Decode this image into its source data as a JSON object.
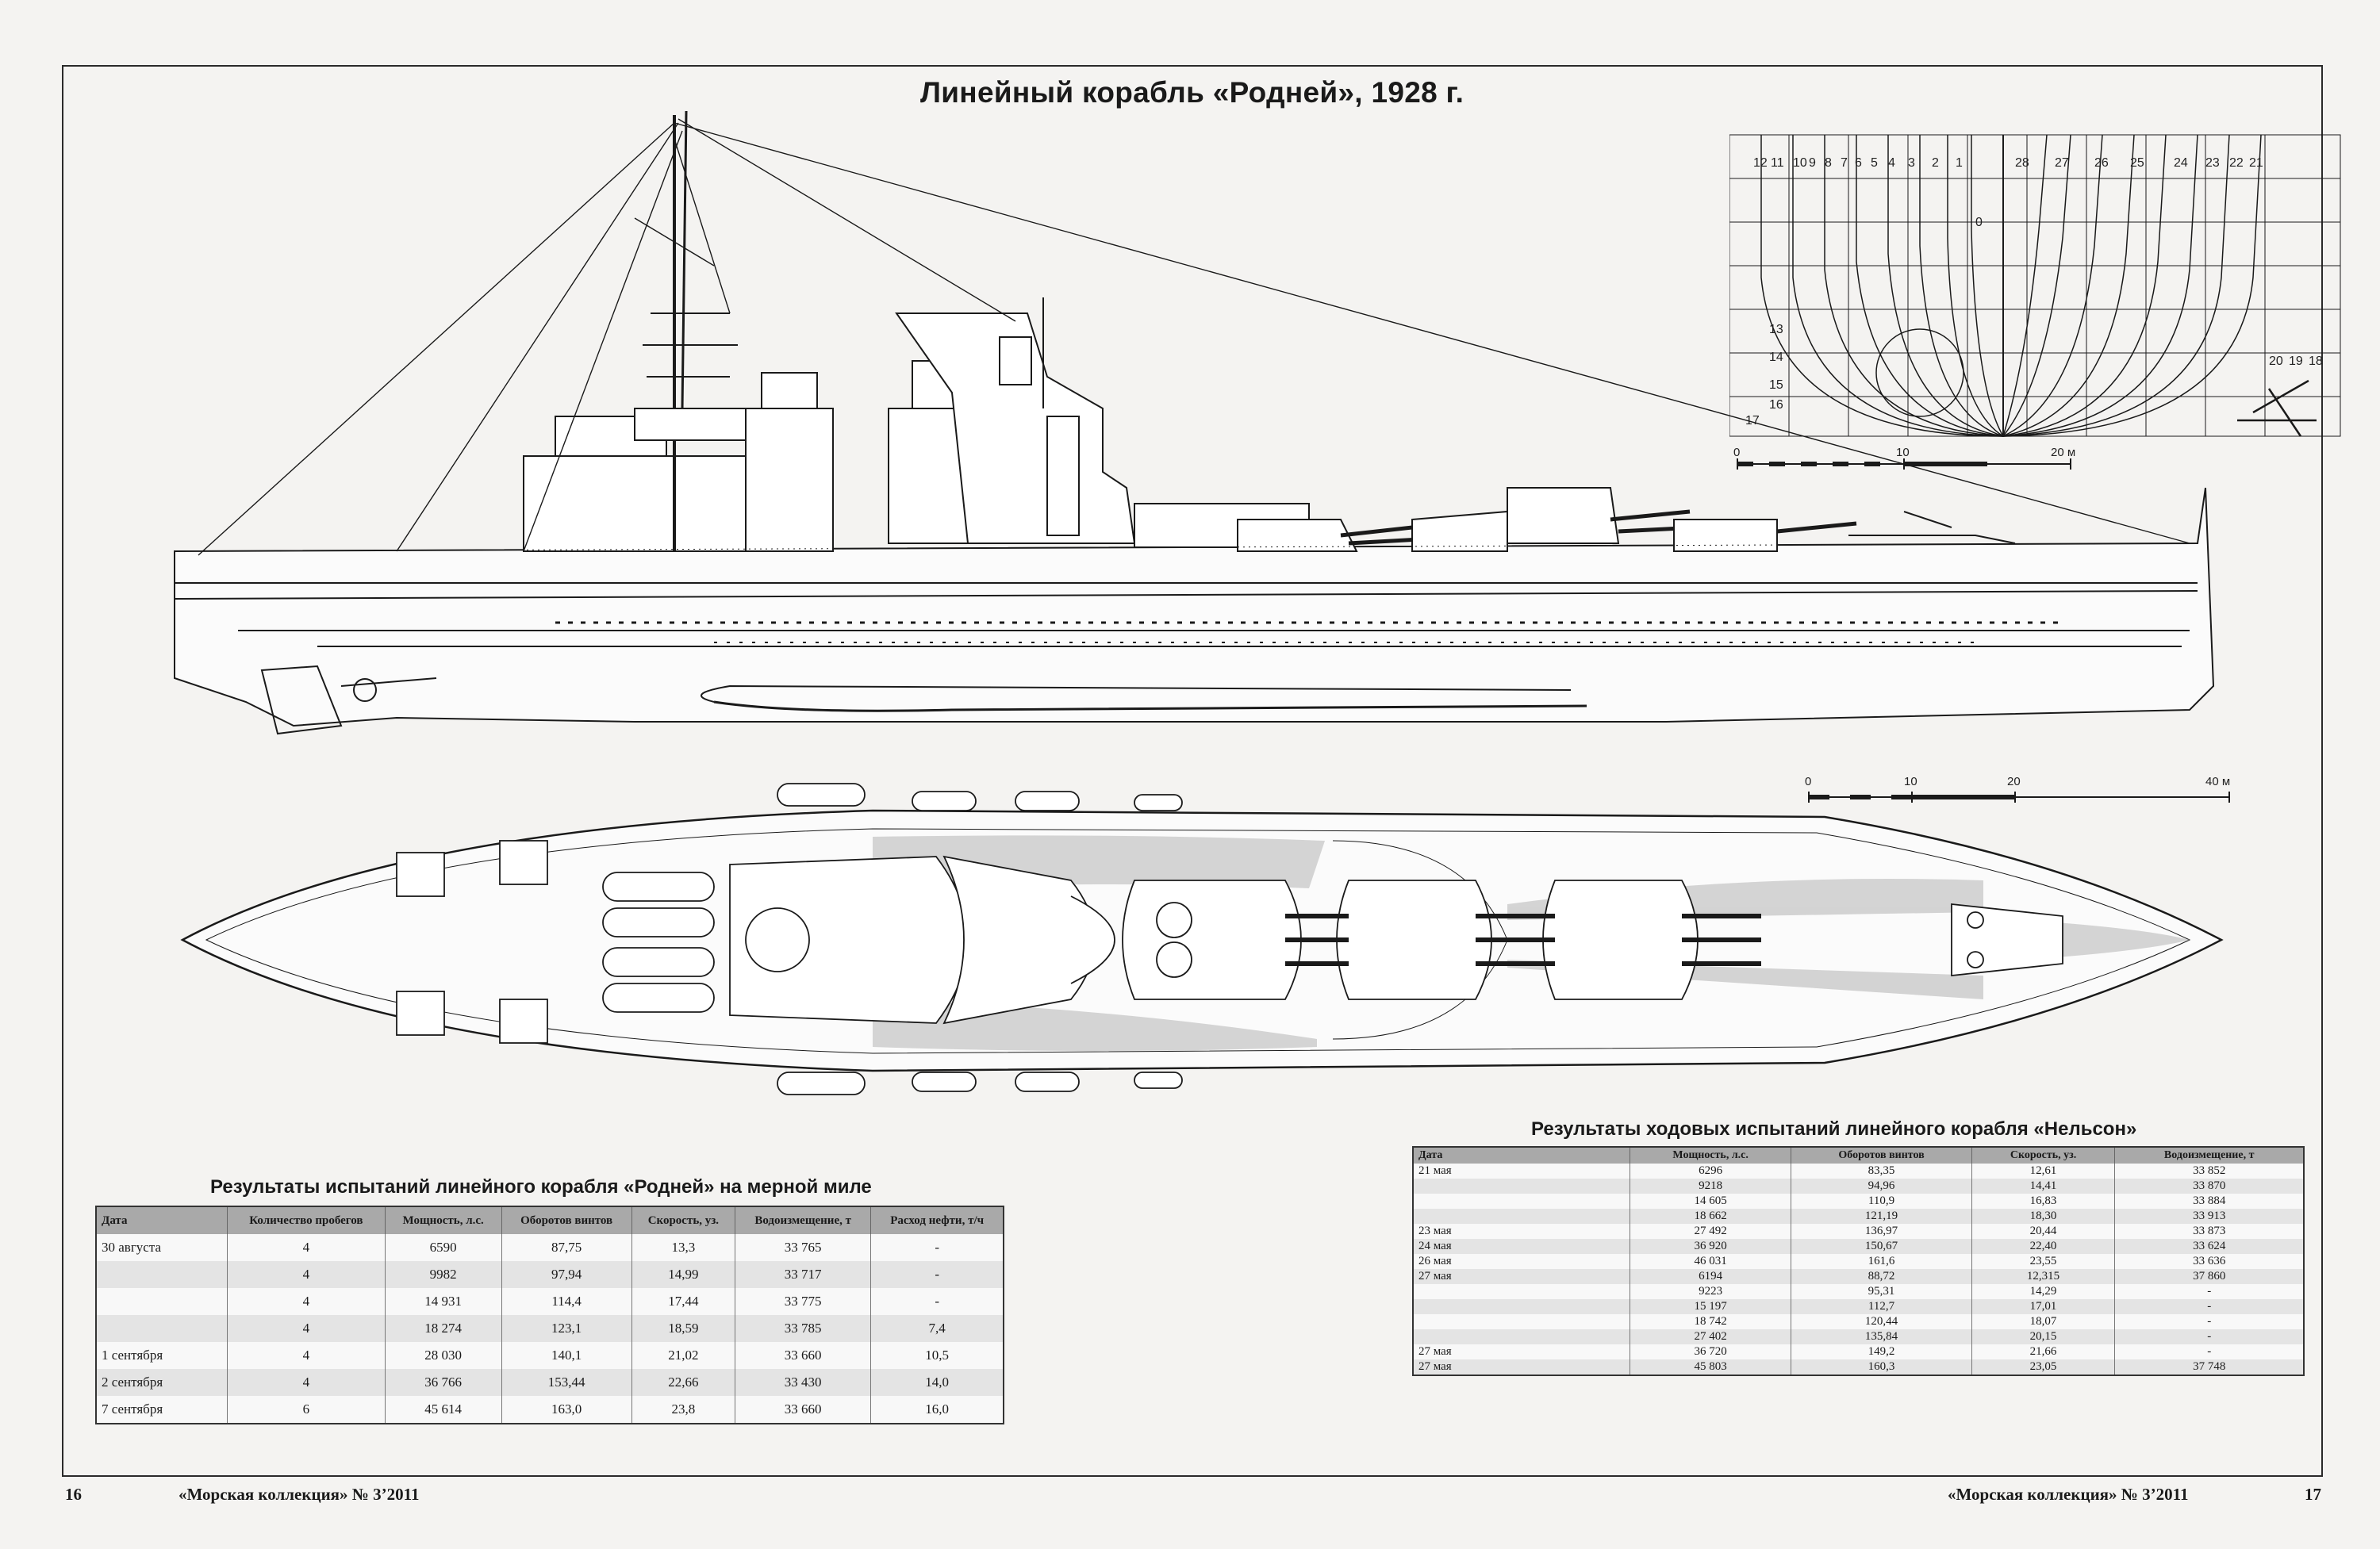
{
  "title": "Линейный корабль «Родней», 1928 г.",
  "body_plan": {
    "frames_aft": [
      "12",
      "11",
      "10",
      "9",
      "8",
      "7",
      "6",
      "5",
      "4",
      "3",
      "2",
      "1"
    ],
    "frames_fwd": [
      "28",
      "27",
      "26",
      "25",
      "24",
      "23",
      "22",
      "21"
    ],
    "waterline_marks": [
      "0",
      "13",
      "14",
      "15",
      "16",
      "17"
    ],
    "bow_marks": [
      "20",
      "19",
      "18"
    ],
    "scale_labels": [
      "0",
      "10",
      "20 м"
    ]
  },
  "plan_scale": {
    "labels": [
      "0",
      "10",
      "20",
      "40 м"
    ]
  },
  "table_rodney": {
    "title": "Результаты испытаний линейного корабля «Родней» на мерной миле",
    "headers": [
      "Дата",
      "Количество пробегов",
      "Мощность, л.с.",
      "Оборотов винтов",
      "Скорость, уз.",
      "Водоизмещение, т",
      "Расход нефти, т/ч"
    ],
    "rows": [
      [
        "30 августа",
        "4",
        "6590",
        "87,75",
        "13,3",
        "33 765",
        "-"
      ],
      [
        "",
        "4",
        "9982",
        "97,94",
        "14,99",
        "33 717",
        "-"
      ],
      [
        "",
        "4",
        "14 931",
        "114,4",
        "17,44",
        "33 775",
        "-"
      ],
      [
        "",
        "4",
        "18 274",
        "123,1",
        "18,59",
        "33 785",
        "7,4"
      ],
      [
        "1 сентября",
        "4",
        "28 030",
        "140,1",
        "21,02",
        "33 660",
        "10,5"
      ],
      [
        "2 сентября",
        "4",
        "36 766",
        "153,44",
        "22,66",
        "33 430",
        "14,0"
      ],
      [
        "7 сентября",
        "6",
        "45 614",
        "163,0",
        "23,8",
        "33 660",
        "16,0"
      ]
    ]
  },
  "table_nelson": {
    "title": "Результаты ходовых испытаний линейного корабля «Нельсон»",
    "headers": [
      "Дата",
      "Мощность, л.с.",
      "Оборотов винтов",
      "Скорость, уз.",
      "Водоизмещение, т"
    ],
    "rows": [
      [
        "21 мая",
        "6296",
        "83,35",
        "12,61",
        "33 852"
      ],
      [
        "",
        "9218",
        "94,96",
        "14,41",
        "33 870"
      ],
      [
        "",
        "14 605",
        "110,9",
        "16,83",
        "33 884"
      ],
      [
        "",
        "18 662",
        "121,19",
        "18,30",
        "33 913"
      ],
      [
        "23 мая",
        "27 492",
        "136,97",
        "20,44",
        "33 873"
      ],
      [
        "24 мая",
        "36 920",
        "150,67",
        "22,40",
        "33 624"
      ],
      [
        "26 мая",
        "46 031",
        "161,6",
        "23,55",
        "33 636"
      ],
      [
        "27 мая",
        "6194",
        "88,72",
        "12,315",
        "37 860"
      ],
      [
        "",
        "9223",
        "95,31",
        "14,29",
        "-"
      ],
      [
        "",
        "15 197",
        "112,7",
        "17,01",
        "-"
      ],
      [
        "",
        "18 742",
        "120,44",
        "18,07",
        "-"
      ],
      [
        "",
        "27 402",
        "135,84",
        "20,15",
        "-"
      ],
      [
        "27 мая",
        "36 720",
        "149,2",
        "21,66",
        "-"
      ],
      [
        "27 мая",
        "45 803",
        "160,3",
        "23,05",
        "37 748"
      ]
    ]
  },
  "footer": {
    "left_page": "16",
    "left_journal": "«Морская коллекция» № 3’2011",
    "right_journal": "«Морская коллекция» № 3’2011",
    "right_page": "17"
  }
}
